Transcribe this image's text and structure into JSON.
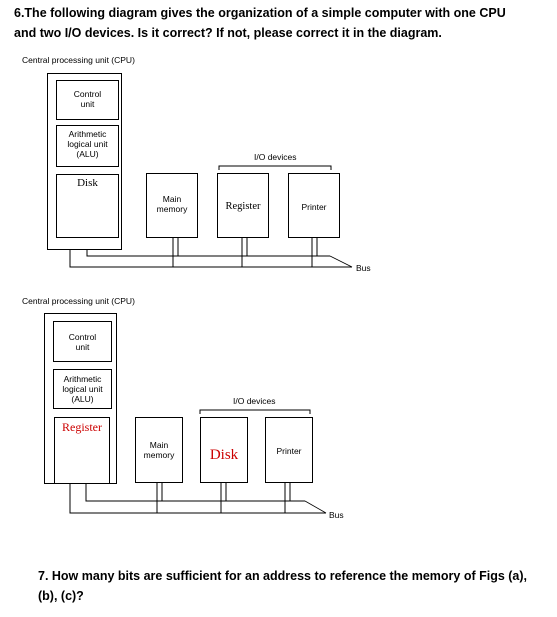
{
  "question6": {
    "line1": "6.The following diagram gives the organization of a simple computer with one CPU",
    "line2": "and two I/O devices. Is it correct? If not, please correct it in the diagram."
  },
  "diagram_a": {
    "caption": "Central processing unit (CPU)",
    "control_unit": [
      "Control",
      "unit"
    ],
    "alu": [
      "Arithmetic",
      "logical unit",
      "(ALU)"
    ],
    "cpu_slot": "Disk",
    "main_memory": [
      "Main",
      "memory"
    ],
    "io_label": "I/O devices",
    "device1": "Register",
    "device2": "Printer",
    "bus": "Bus"
  },
  "diagram_b": {
    "caption": "Central processing unit (CPU)",
    "control_unit": [
      "Control",
      "unit"
    ],
    "alu": [
      "Arithmetic",
      "logical unit",
      "(ALU)"
    ],
    "cpu_slot": "Register",
    "main_memory": [
      "Main",
      "memory"
    ],
    "io_label": "I/O devices",
    "device1": "Disk",
    "device2": "Printer",
    "bus": "Bus"
  },
  "question7": {
    "line1": "7. How many bits are sufficient for an address to reference the memory of Figs (a),",
    "line2": "(b), (c)?"
  },
  "colors": {
    "correction": "#cc0000"
  }
}
